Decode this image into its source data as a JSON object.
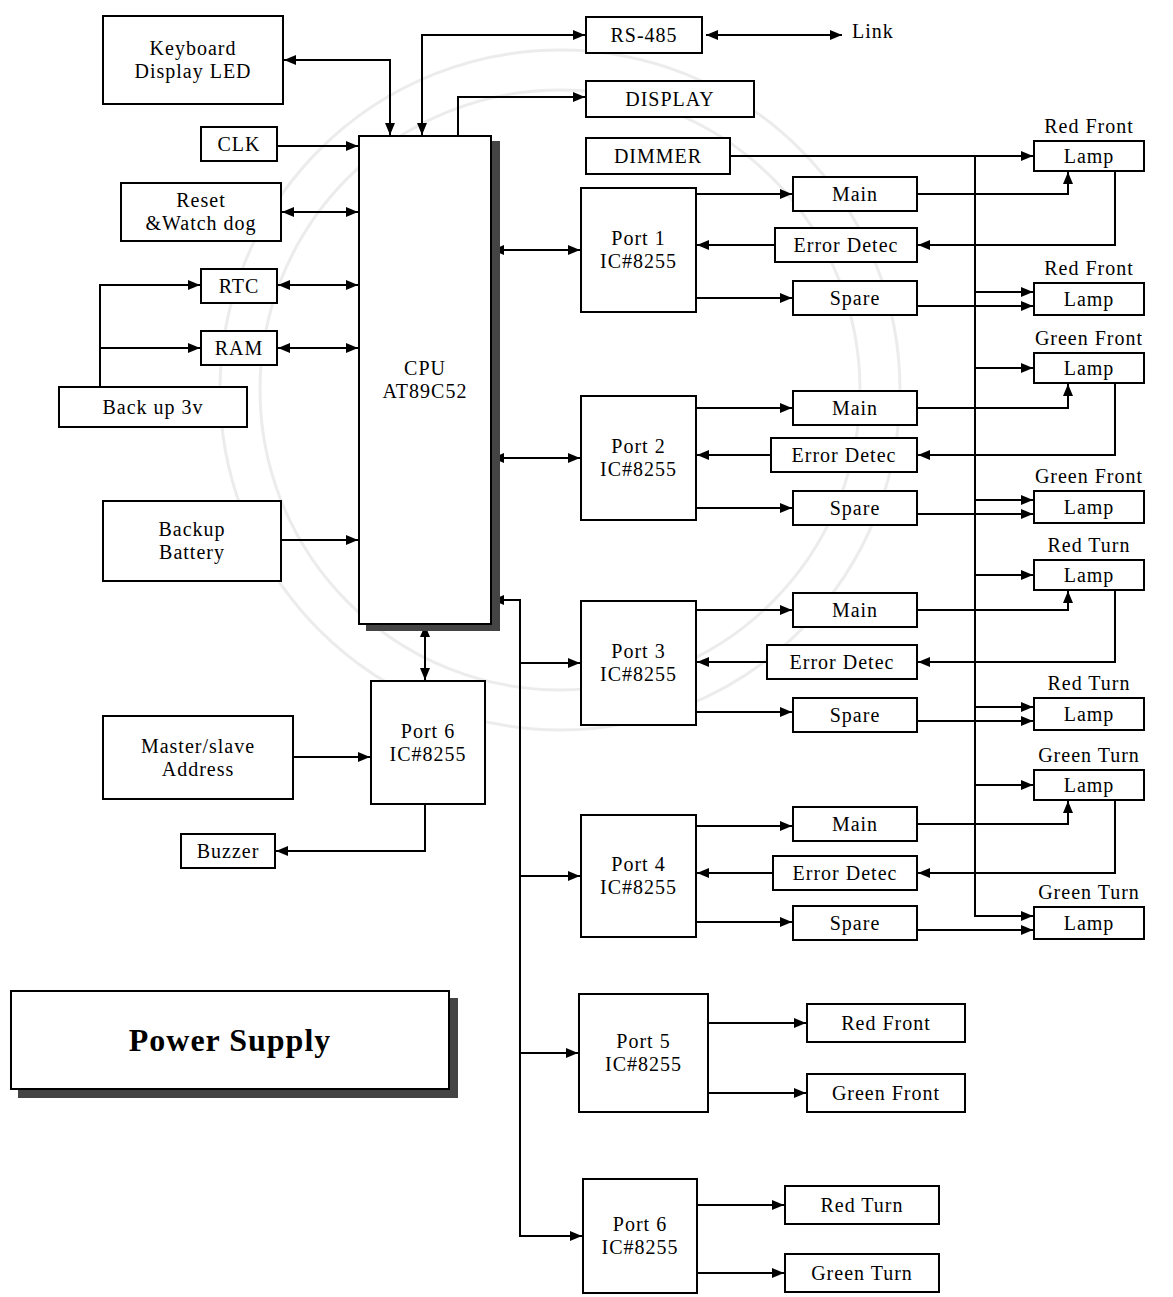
{
  "diagram": {
    "nodes": [
      {
        "text": [
          "Keyboard Display LED"
        ]
      },
      {
        "text": [
          "CLK"
        ]
      },
      {
        "text": [
          "Reset &Watch dog"
        ]
      },
      {
        "text": [
          "RTC"
        ]
      },
      {
        "text": [
          "RAM"
        ]
      },
      {
        "text": [
          "Back up 3v"
        ]
      },
      {
        "text": [
          "Backup Battery"
        ]
      },
      {
        "text": [
          "CPU AT89C52"
        ]
      },
      {
        "text": [
          "RS-485"
        ]
      },
      {
        "text": [
          "DISPLAY"
        ]
      },
      {
        "text": [
          "DIMMER"
        ]
      },
      {
        "text": [
          "Port 1 IC#8255"
        ]
      },
      {
        "text": [
          "Main"
        ]
      },
      {
        "text": [
          "Error Detec"
        ]
      },
      {
        "text": [
          "Spare"
        ]
      },
      {
        "text": [
          "Red Front",
          "Lamp"
        ]
      },
      {
        "text": [
          "Red Front",
          "Lamp"
        ]
      },
      {
        "text": [
          "Green Front",
          "Lamp"
        ]
      },
      {
        "text": [
          "Port 2 IC#8255"
        ]
      },
      {
        "text": [
          "Main"
        ]
      },
      {
        "text": [
          "Error Detec"
        ]
      },
      {
        "text": [
          "Spare"
        ]
      },
      {
        "text": [
          "Green Front",
          "Lamp"
        ]
      },
      {
        "text": [
          "Red Turn",
          "Lamp"
        ]
      },
      {
        "text": [
          "Port 3 IC#8255"
        ]
      },
      {
        "text": [
          "Main"
        ]
      },
      {
        "text": [
          "Error Detec"
        ]
      },
      {
        "text": [
          "Spare"
        ]
      },
      {
        "text": [
          "Red Turn",
          "Lamp"
        ]
      },
      {
        "text": [
          "Green Turn",
          "Lamp"
        ]
      },
      {
        "text": [
          "Port 4 IC#8255"
        ]
      },
      {
        "text": [
          "Main"
        ]
      },
      {
        "text": [
          "Error Detec"
        ]
      },
      {
        "text": [
          "Spare"
        ]
      },
      {
        "text": [
          "Green Turn",
          "Lamp"
        ]
      },
      {
        "text": [
          "Port 5 IC#8255"
        ]
      },
      {
        "text": [
          "Red Front"
        ]
      },
      {
        "text": [
          "Green Front"
        ]
      },
      {
        "text": [
          "Port 6 IC#8255"
        ]
      },
      {
        "text": [
          "Red Turn"
        ]
      },
      {
        "text": [
          "Green Turn"
        ]
      },
      {
        "text": [
          "Port 6 IC#8255"
        ]
      },
      {
        "text": [
          "Master/slave Address"
        ]
      },
      {
        "text": [
          "Buzzer"
        ]
      },
      {
        "text": [
          "Power Supply"
        ]
      }
    ],
    "edges": [
      {
        "from": 0,
        "to": 7,
        "arrow": "both"
      },
      {
        "from": 7,
        "to": 8,
        "arrow": "both"
      },
      {
        "from": 7,
        "to": 9,
        "arrow": "to"
      },
      {
        "from": 1,
        "to": 7,
        "arrow": "to"
      },
      {
        "from": 2,
        "to": 7,
        "arrow": "both"
      },
      {
        "from": 3,
        "to": 7,
        "arrow": "both"
      },
      {
        "from": 4,
        "to": 7,
        "arrow": "both"
      },
      {
        "from": 5,
        "to": 3,
        "arrow": "to"
      },
      {
        "from": 5,
        "to": 4,
        "arrow": "to"
      },
      {
        "from": 6,
        "to": 7,
        "arrow": "to"
      },
      {
        "from": 7,
        "to": 11,
        "arrow": "both"
      },
      {
        "from": 7,
        "to": 18,
        "arrow": "both"
      },
      {
        "from": 7,
        "to": 24,
        "arrow": "both"
      },
      {
        "from": 7,
        "to": 30,
        "arrow": "to"
      },
      {
        "from": 7,
        "to": 35,
        "arrow": "to"
      },
      {
        "from": 7,
        "to": 38,
        "arrow": "to"
      },
      {
        "from": 7,
        "to": 41,
        "arrow": "both"
      },
      {
        "from": 42,
        "to": 41,
        "arrow": "to"
      },
      {
        "from": 41,
        "to": 43,
        "arrow": "to"
      },
      {
        "from": 10,
        "to": 15,
        "arrow": "to"
      },
      {
        "from": 10,
        "to": 16,
        "arrow": "to"
      },
      {
        "from": 10,
        "to": 17,
        "arrow": "to"
      },
      {
        "from": 10,
        "to": 22,
        "arrow": "to"
      },
      {
        "from": 10,
        "to": 23,
        "arrow": "to"
      },
      {
        "from": 10,
        "to": 28,
        "arrow": "to"
      },
      {
        "from": 10,
        "to": 29,
        "arrow": "to"
      },
      {
        "from": 10,
        "to": 34,
        "arrow": "to"
      },
      {
        "from": 11,
        "to": 12,
        "arrow": "to"
      },
      {
        "from": 12,
        "to": 15,
        "arrow": "to"
      },
      {
        "from": 15,
        "to": 13,
        "arrow": "to"
      },
      {
        "from": 13,
        "to": 11,
        "arrow": "to"
      },
      {
        "from": 11,
        "to": 14,
        "arrow": "to"
      },
      {
        "from": 14,
        "to": 16,
        "arrow": "to"
      },
      {
        "from": 18,
        "to": 19,
        "arrow": "to"
      },
      {
        "from": 19,
        "to": 17,
        "arrow": "to"
      },
      {
        "from": 17,
        "to": 20,
        "arrow": "to"
      },
      {
        "from": 20,
        "to": 18,
        "arrow": "to"
      },
      {
        "from": 18,
        "to": 21,
        "arrow": "to"
      },
      {
        "from": 21,
        "to": 22,
        "arrow": "to"
      },
      {
        "from": 24,
        "to": 25,
        "arrow": "to"
      },
      {
        "from": 25,
        "to": 23,
        "arrow": "to"
      },
      {
        "from": 23,
        "to": 26,
        "arrow": "to"
      },
      {
        "from": 26,
        "to": 24,
        "arrow": "to"
      },
      {
        "from": 24,
        "to": 27,
        "arrow": "to"
      },
      {
        "from": 27,
        "to": 28,
        "arrow": "to"
      },
      {
        "from": 30,
        "to": 31,
        "arrow": "to"
      },
      {
        "from": 31,
        "to": 29,
        "arrow": "to"
      },
      {
        "from": 29,
        "to": 32,
        "arrow": "to"
      },
      {
        "from": 32,
        "to": 30,
        "arrow": "to"
      },
      {
        "from": 30,
        "to": 33,
        "arrow": "to"
      },
      {
        "from": 33,
        "to": 34,
        "arrow": "to"
      },
      {
        "from": 35,
        "to": 36,
        "arrow": "to"
      },
      {
        "from": 35,
        "to": 37,
        "arrow": "to"
      },
      {
        "from": 38,
        "to": 39,
        "arrow": "to"
      },
      {
        "from": 38,
        "to": 40,
        "arrow": "to"
      }
    ],
    "labels": [
      "Link"
    ]
  }
}
